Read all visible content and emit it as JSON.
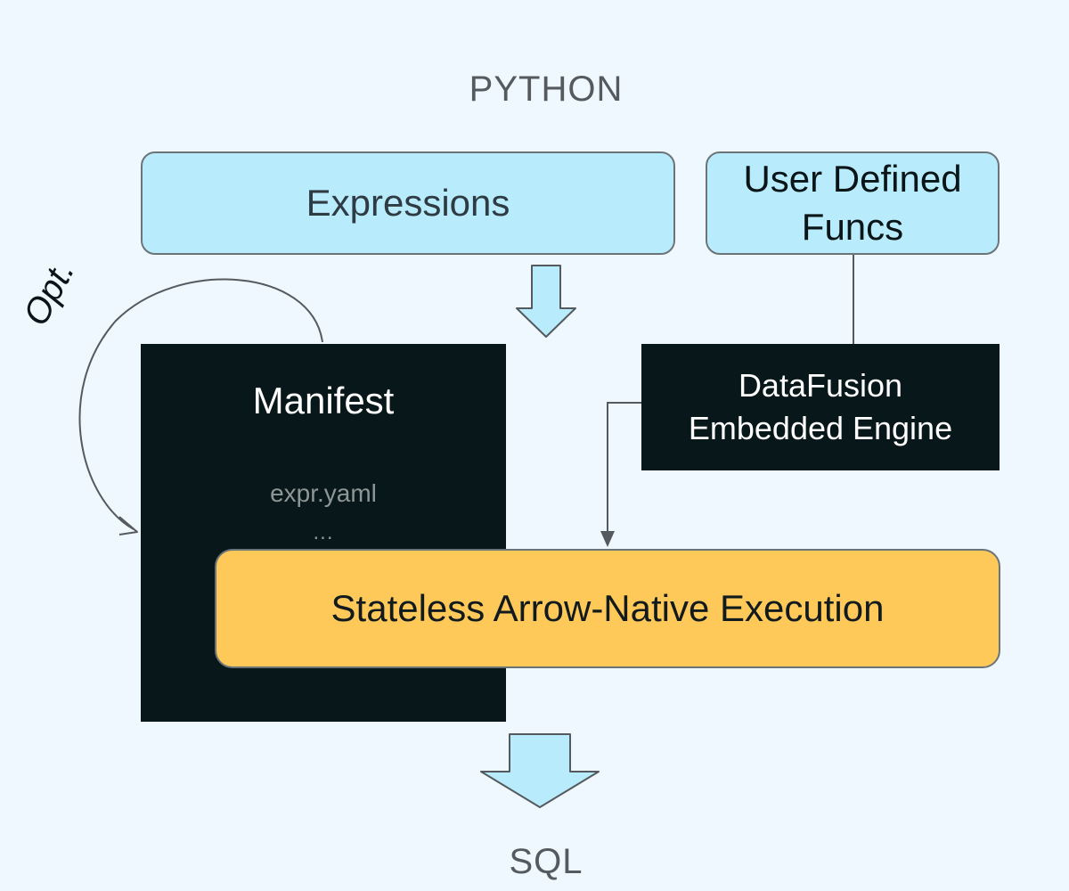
{
  "header": {
    "title": "PYTHON"
  },
  "footer": {
    "title": "SQL"
  },
  "boxes": {
    "expressions": "Expressions",
    "udf_line1": "User Defined",
    "udf_line2": "Funcs",
    "manifest_title": "Manifest",
    "manifest_file": "expr.yaml",
    "manifest_more": "...",
    "engine_line1": "DataFusion",
    "engine_line2": "Embedded Engine",
    "execution": "Stateless Arrow-Native Execution"
  },
  "loop_label": "Opt.",
  "colors": {
    "background": "#EFF8FE",
    "light_box": "#B8ECFC",
    "dark_box": "#08181A",
    "execution_box": "#FFC95A",
    "arrow_fill": "#B8ECFC"
  }
}
